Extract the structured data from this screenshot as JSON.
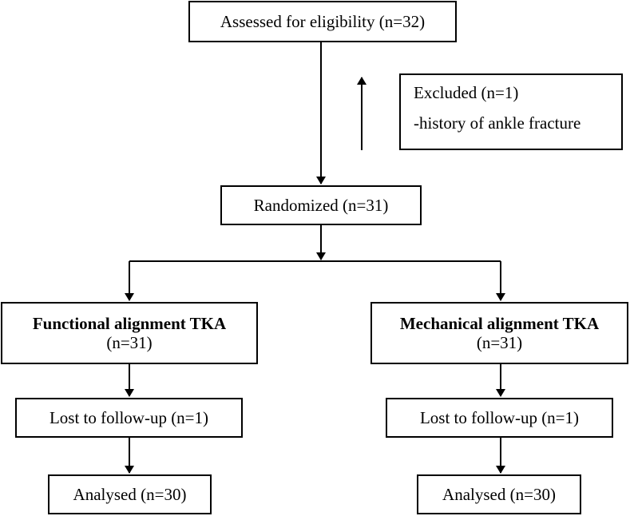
{
  "flow": {
    "assessed": "Assessed for eligibility (n=32)",
    "excluded": {
      "title": "Excluded (n=1)",
      "reason": "-history of ankle fracture"
    },
    "randomized": "Randomized (n=31)",
    "left_arm": {
      "title": "Functional alignment TKA",
      "count": "(n=31)",
      "lost": "Lost to follow-up (n=1)",
      "analysed": "Analysed (n=30)"
    },
    "right_arm": {
      "title": "Mechanical alignment TKA",
      "count": "(n=31)",
      "lost": "Lost to follow-up (n=1)",
      "analysed": "Analysed (n=30)"
    }
  }
}
